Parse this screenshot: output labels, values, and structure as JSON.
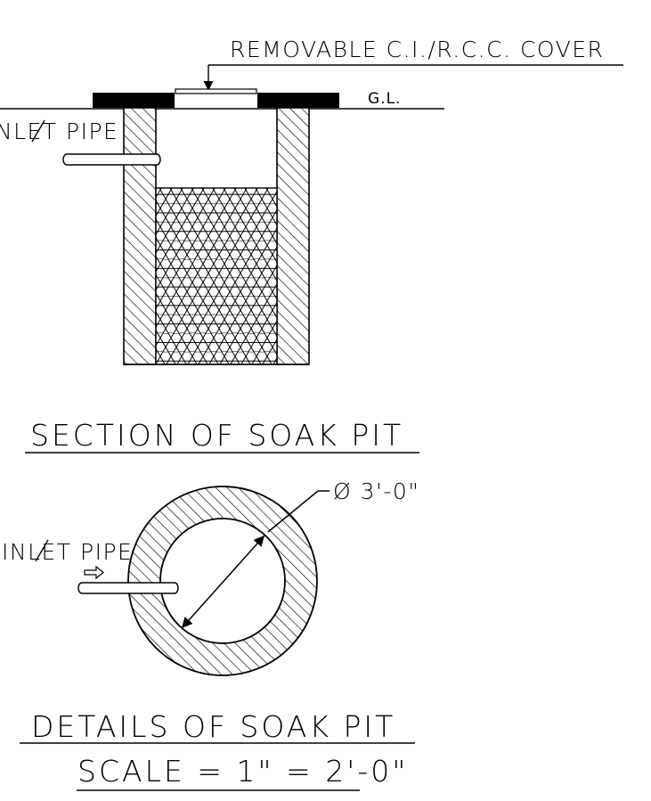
{
  "section": {
    "cover_label": "REMOVABLE C.I./R.C.C. COVER",
    "gl_label": "G.L.",
    "inlet_label": "INLET PIPE",
    "title": "SECTION OF SOAK PIT"
  },
  "plan": {
    "inlet_label": "INLET PIPE",
    "diameter_label": "Ø 3'-0\"",
    "title": "DETAILS OF SOAK PIT",
    "scale_label": "SCALE = 1\" = 2'-0\""
  },
  "colors": {
    "line": "#000000",
    "background": "#ffffff"
  }
}
